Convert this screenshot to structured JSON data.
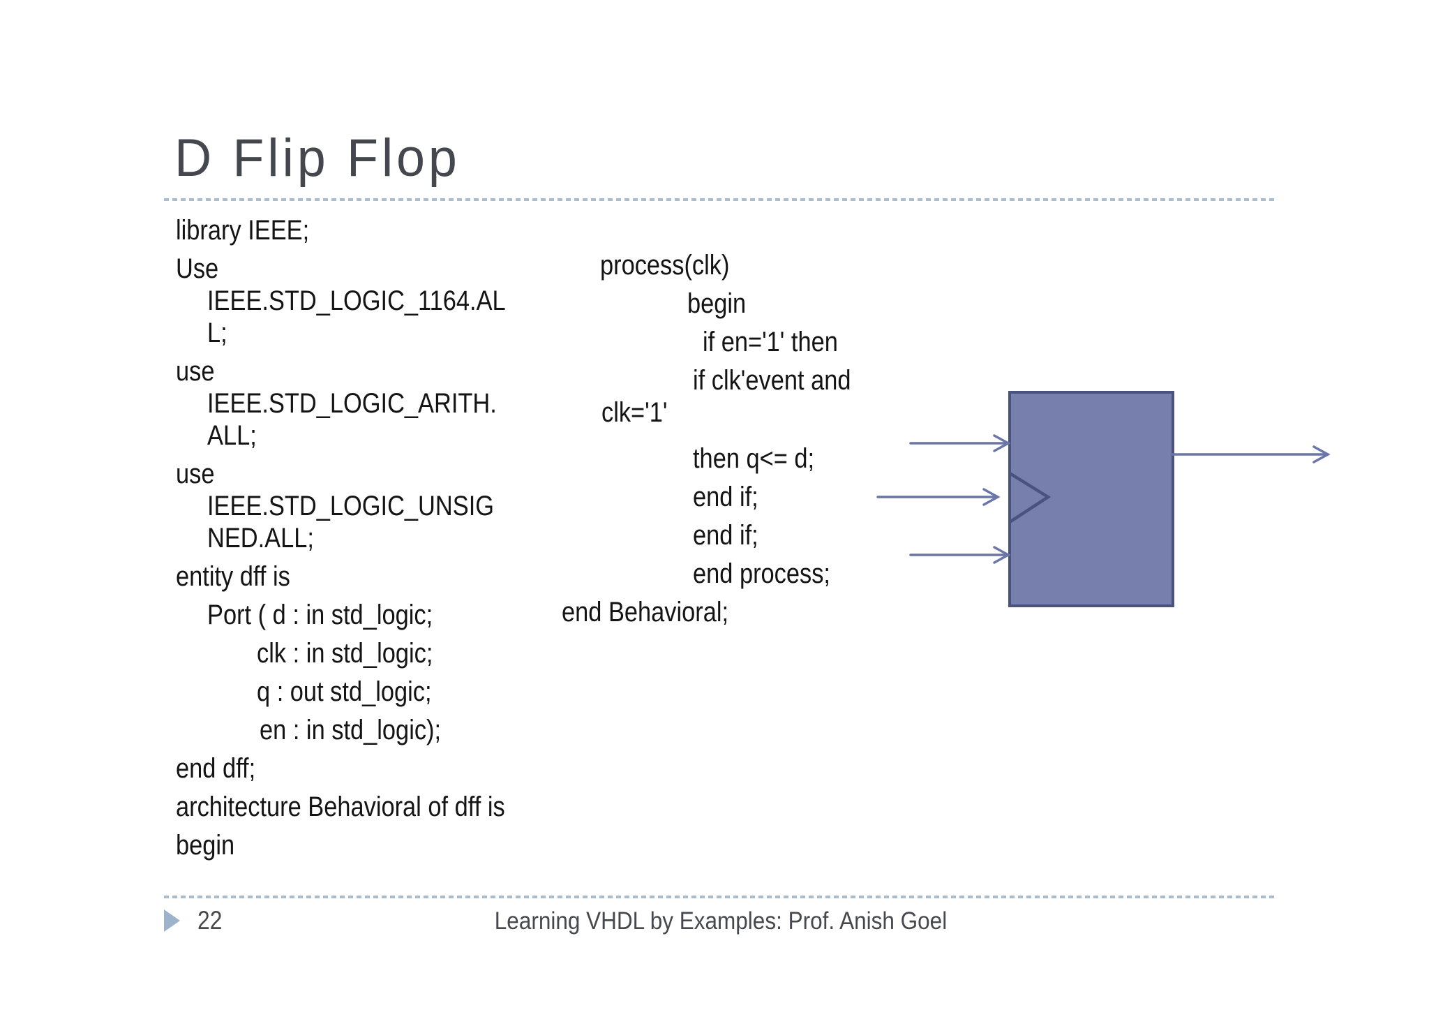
{
  "slide": {
    "title": "D Flip Flop",
    "footer": {
      "page_number": "22",
      "caption": "Learning VHDL by Examples: Prof. Anish Goel"
    }
  },
  "code_left": [
    {
      "t": "library IEEE;",
      "ind": 0,
      "mt": 0
    },
    {
      "t": "Use",
      "ind": 0,
      "mt": 9
    },
    {
      "t": "IEEE.STD_LOGIC_1164.AL",
      "ind": 45,
      "mt": 0
    },
    {
      "t": "L;",
      "ind": 45,
      "mt": 0
    },
    {
      "t": "use",
      "ind": 0,
      "mt": 9
    },
    {
      "t": "IEEE.STD_LOGIC_ARITH.",
      "ind": 45,
      "mt": 0
    },
    {
      "t": "ALL;",
      "ind": 45,
      "mt": 0
    },
    {
      "t": "use",
      "ind": 0,
      "mt": 9
    },
    {
      "t": "IEEE.STD_LOGIC_UNSIG",
      "ind": 45,
      "mt": 0
    },
    {
      "t": "NED.ALL;",
      "ind": 45,
      "mt": 0
    },
    {
      "t": "entity dff is",
      "ind": 0,
      "mt": 9
    },
    {
      "t": "Port ( d : in std_logic;",
      "ind": 45,
      "mt": 9
    },
    {
      "t": "clk : in std_logic;",
      "ind": 116,
      "mt": 9
    },
    {
      "t": "q : out std_logic;",
      "ind": 116,
      "mt": 9
    },
    {
      "t": "en : in std_logic);",
      "ind": 120,
      "mt": 9
    },
    {
      "t": "end dff;",
      "ind": 0,
      "mt": 9
    },
    {
      "t": "architecture Behavioral of dff is",
      "ind": 0,
      "mt": 9
    },
    {
      "t": "begin",
      "ind": 0,
      "mt": 9
    }
  ],
  "code_right": [
    {
      "t": "process(clk)",
      "ind": 55,
      "mt": 0
    },
    {
      "t": "begin",
      "ind": 180,
      "mt": 9
    },
    {
      "t": "if en='1' then",
      "ind": 202,
      "mt": 9
    },
    {
      "t": "if clk'event and",
      "ind": 188,
      "mt": 9
    },
    {
      "t": "clk='1'",
      "ind": 57,
      "mt": 0
    },
    {
      "t": "then q<= d;",
      "ind": 188,
      "mt": 20
    },
    {
      "t": "end if;",
      "ind": 188,
      "mt": 9
    },
    {
      "t": "end if;",
      "ind": 188,
      "mt": 9
    },
    {
      "t": "end process;",
      "ind": 188,
      "mt": 9
    },
    {
      "t": "end Behavioral;",
      "ind": 0,
      "mt": 9
    }
  ],
  "diagram": {
    "type": "block-symbol",
    "label": "D flip-flop block",
    "input_arrows": 3,
    "output_arrows": 1,
    "clock_marker": "triangle"
  },
  "colors": {
    "bg": "#ffffff",
    "title": "#45474F",
    "code": "#141414",
    "dash": "#A9BDCF",
    "footer": "#47484D",
    "bullet": "#9DB3CC",
    "blockFill": "#7780AC",
    "blockBorder": "#4A5280",
    "arrow": "#6B76A8"
  }
}
